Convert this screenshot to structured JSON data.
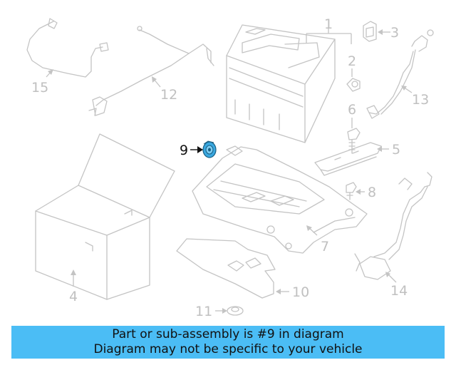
{
  "callouts": {
    "c1": "1",
    "c2": "2",
    "c3": "3",
    "c4": "4",
    "c5": "5",
    "c6": "6",
    "c7": "7",
    "c8": "8",
    "c9": "9",
    "c10": "10",
    "c11": "11",
    "c12": "12",
    "c13": "13",
    "c14": "14",
    "c15": "15"
  },
  "highlight": {
    "part_number": "9",
    "color": "#3aa8e0"
  },
  "banner": {
    "line1": "Part or sub-assembly is #9 in diagram",
    "line2": "Diagram may not be specific to your vehicle",
    "background": "#4bbdf5"
  }
}
